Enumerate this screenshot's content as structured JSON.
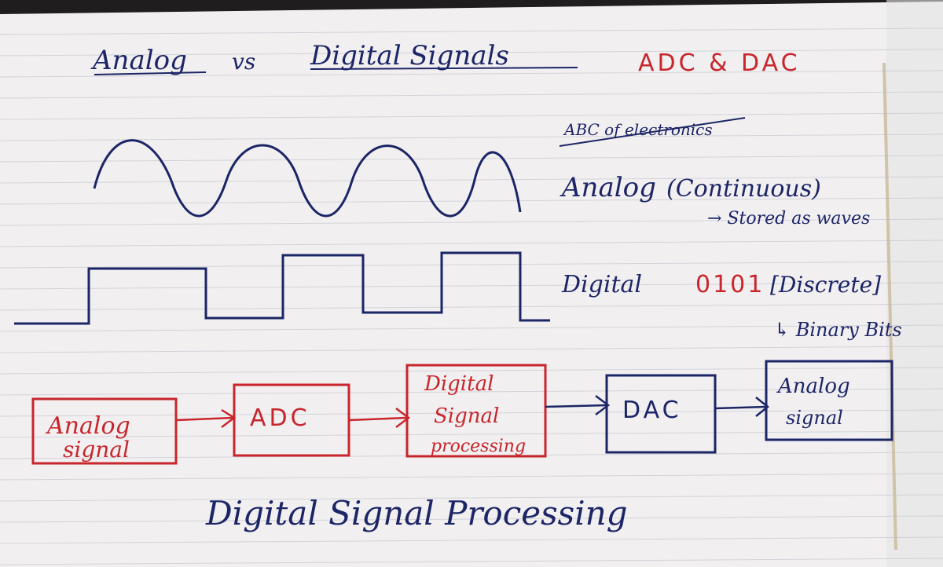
{
  "title": {
    "analog": "Analog",
    "vs": "vs",
    "digital_signals": "Digital Signals"
  },
  "adc_dac_heading": "ADC & DAC",
  "abc_subtitle": "ABC of electronics",
  "analog_row": {
    "label": "Analog",
    "note": "(Continuous)",
    "sub_note": "→ Stored as waves"
  },
  "digital_row": {
    "label": "Digital",
    "bits": "0101",
    "note": "[Discrete]",
    "sub_note": "↳ Binary Bits"
  },
  "flow": {
    "analog_signal_line1": "Analog",
    "analog_signal_line2": "signal",
    "adc": "ADC",
    "dsp_line1": "Digital",
    "dsp_line2": "Signal",
    "dsp_line3": "processing",
    "dac": "DAC",
    "out_line1": "Analog",
    "out_line2": "signal"
  },
  "bottom_caption": "Digital Signal Processing",
  "colors": {
    "ink_blue": "#1c2566",
    "ink_red": "#c8262c",
    "paper": "#f2f0f1",
    "rule_line": "#b9bec9"
  }
}
